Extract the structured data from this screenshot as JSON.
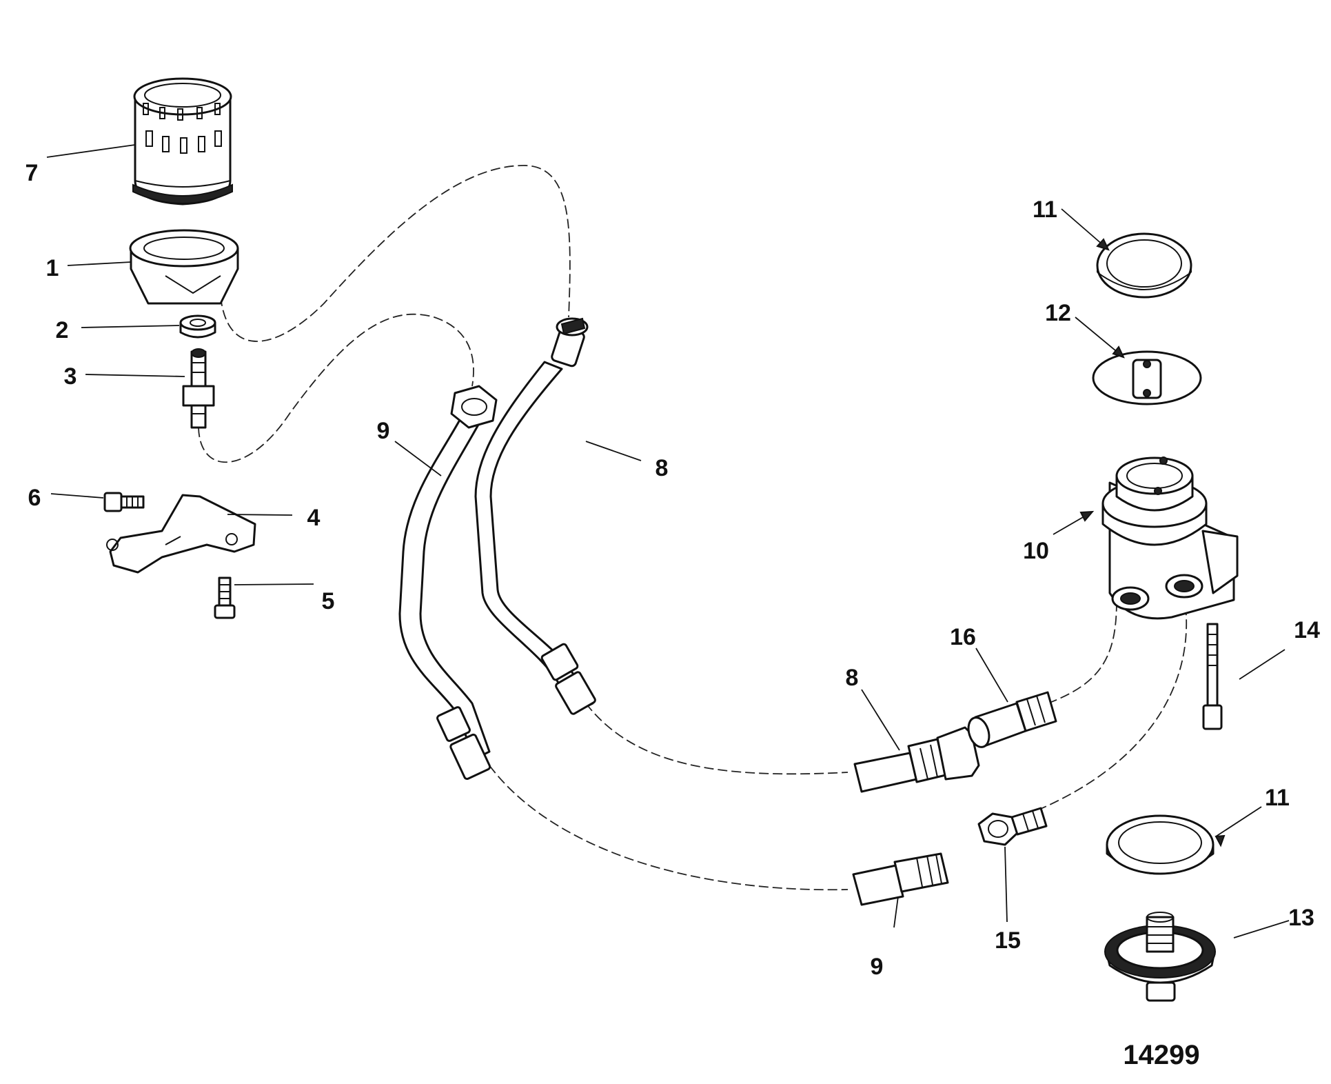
{
  "figure_number": "14299",
  "callouts": {
    "c7": "7",
    "c1": "1",
    "c2": "2",
    "c3": "3",
    "c6": "6",
    "c4": "4",
    "c5": "5",
    "c9a": "9",
    "c8a": "8",
    "c11a": "11",
    "c12": "12",
    "c10": "10",
    "c14": "14",
    "c16": "16",
    "c8b": "8",
    "c11b": "11",
    "c13": "13",
    "c15": "15",
    "c9b": "9"
  }
}
